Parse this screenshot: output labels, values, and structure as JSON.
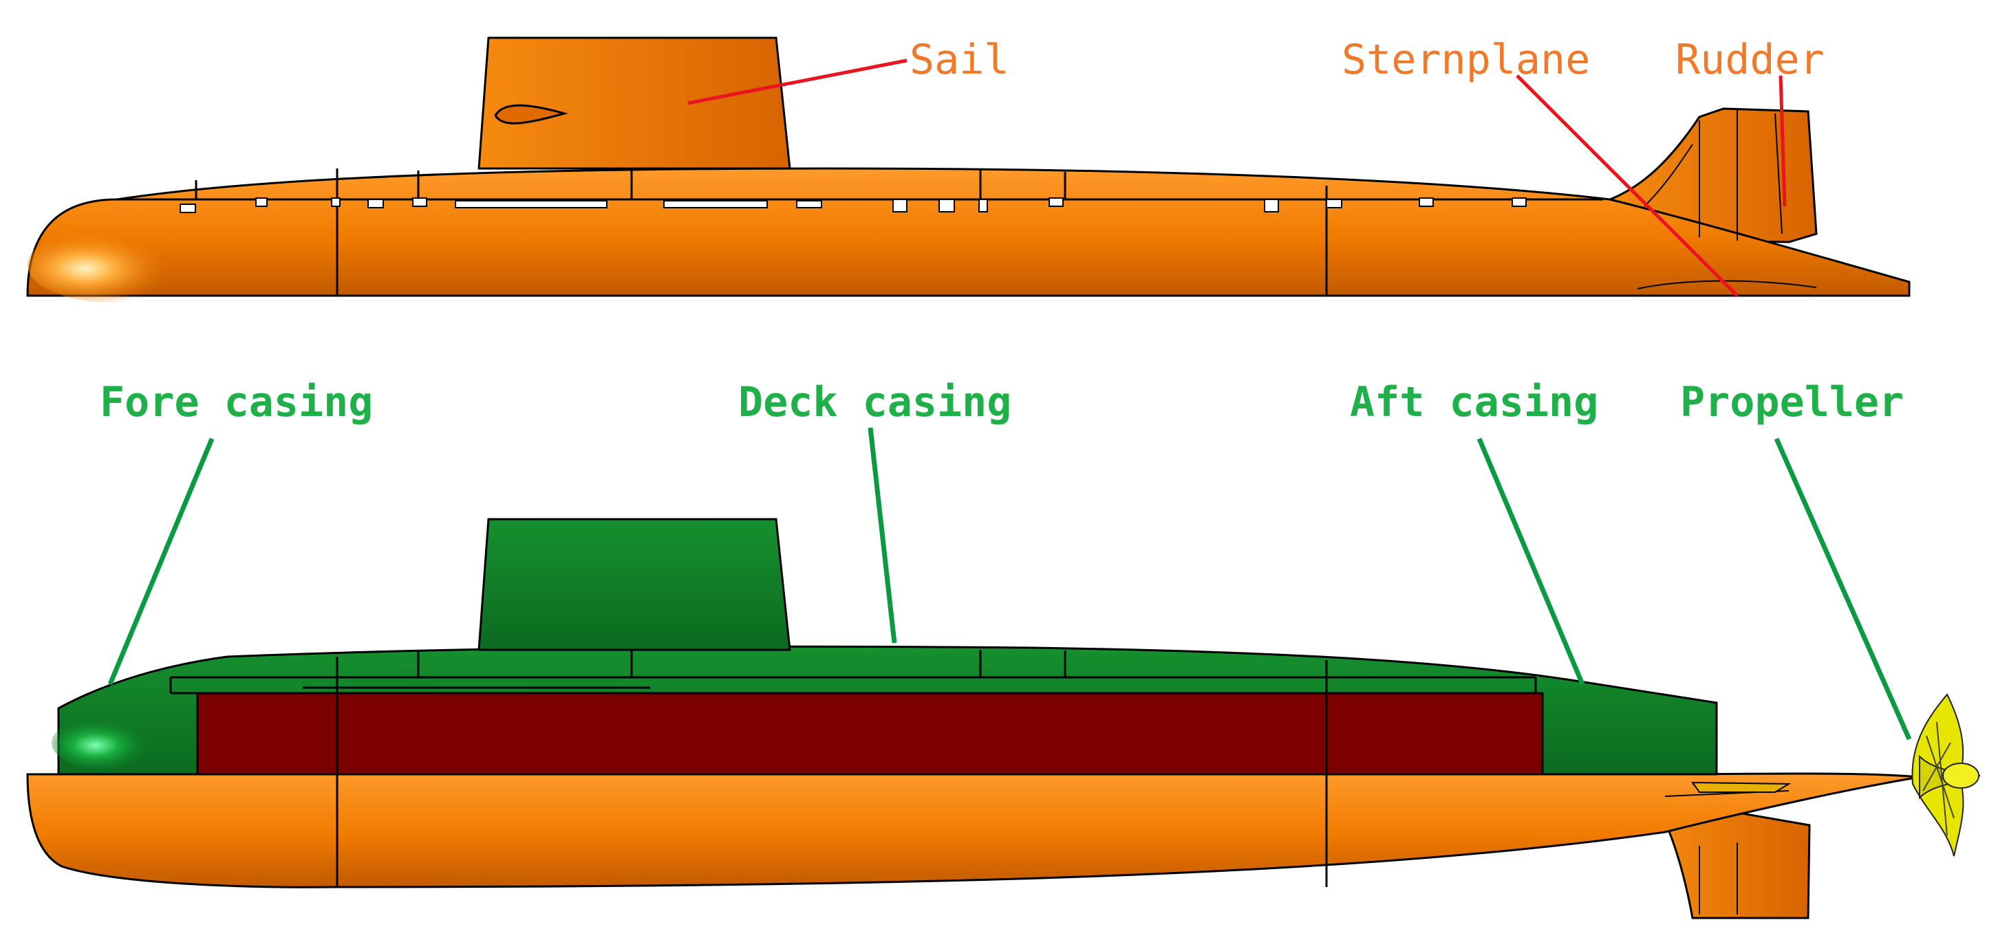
{
  "top_view": {
    "labels": {
      "sail": "Sail",
      "sternplane": "Sternplane",
      "rudder": "Rudder"
    },
    "label_color": "#f07a2a",
    "leader_color": "#e8141e"
  },
  "bottom_view": {
    "labels": {
      "fore_casing": "Fore casing",
      "deck_casing": "Deck casing",
      "aft_casing": "Aft casing",
      "propeller": "Propeller"
    },
    "label_color": "#1fb04a",
    "leader_color": "#0b9a42"
  },
  "colors": {
    "hull": "#f07a00",
    "casing": "#0e7a26",
    "interior": "#7c0000",
    "propeller": "#e6e600"
  }
}
